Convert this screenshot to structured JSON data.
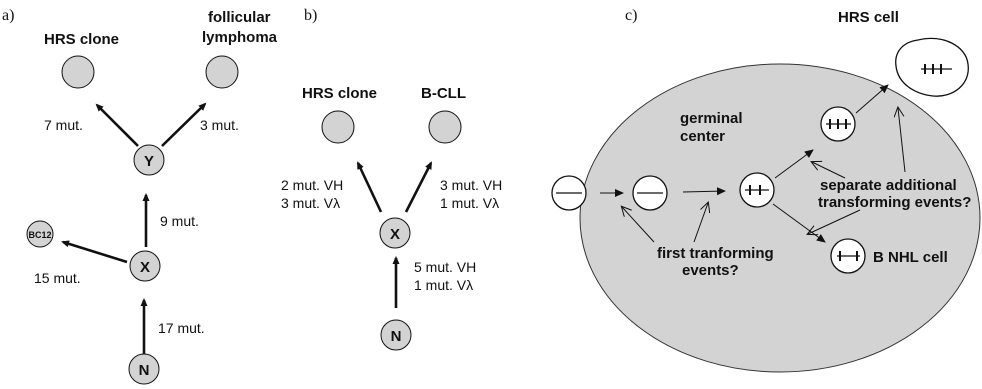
{
  "panel_a": {
    "tag": "a)",
    "hrs_clone": "HRS clone",
    "follicular_1": "follicular",
    "follicular_2": "lymphoma",
    "mut_left": "7 mut.",
    "mut_right": "3 mut.",
    "node_y": "Y",
    "mut_y": "9 mut.",
    "node_bc12": "BC12",
    "mut_bc12": "15 mut.",
    "node_x": "X",
    "mut_x": "17 mut.",
    "node_n": "N"
  },
  "panel_b": {
    "tag": "b)",
    "hrs_clone": "HRS clone",
    "bcll": "B-CLL",
    "left_vh": "2 mut. VH",
    "left_vl": "3 mut. Vλ",
    "right_vh": "3 mut. VH",
    "right_vl": "1 mut. Vλ",
    "node_x": "X",
    "bottom_vh": "5 mut. VH",
    "bottom_vl": "1 mut. Vλ",
    "node_n": "N"
  },
  "panel_c": {
    "tag": "c)",
    "hrs_cell": "HRS cell",
    "germinal_1": "germinal",
    "germinal_2": "center",
    "separate_1": "separate additional",
    "separate_2": "transforming events?",
    "first_1": "first tranforming",
    "first_2": "events?",
    "bnhl": "B NHL cell"
  }
}
